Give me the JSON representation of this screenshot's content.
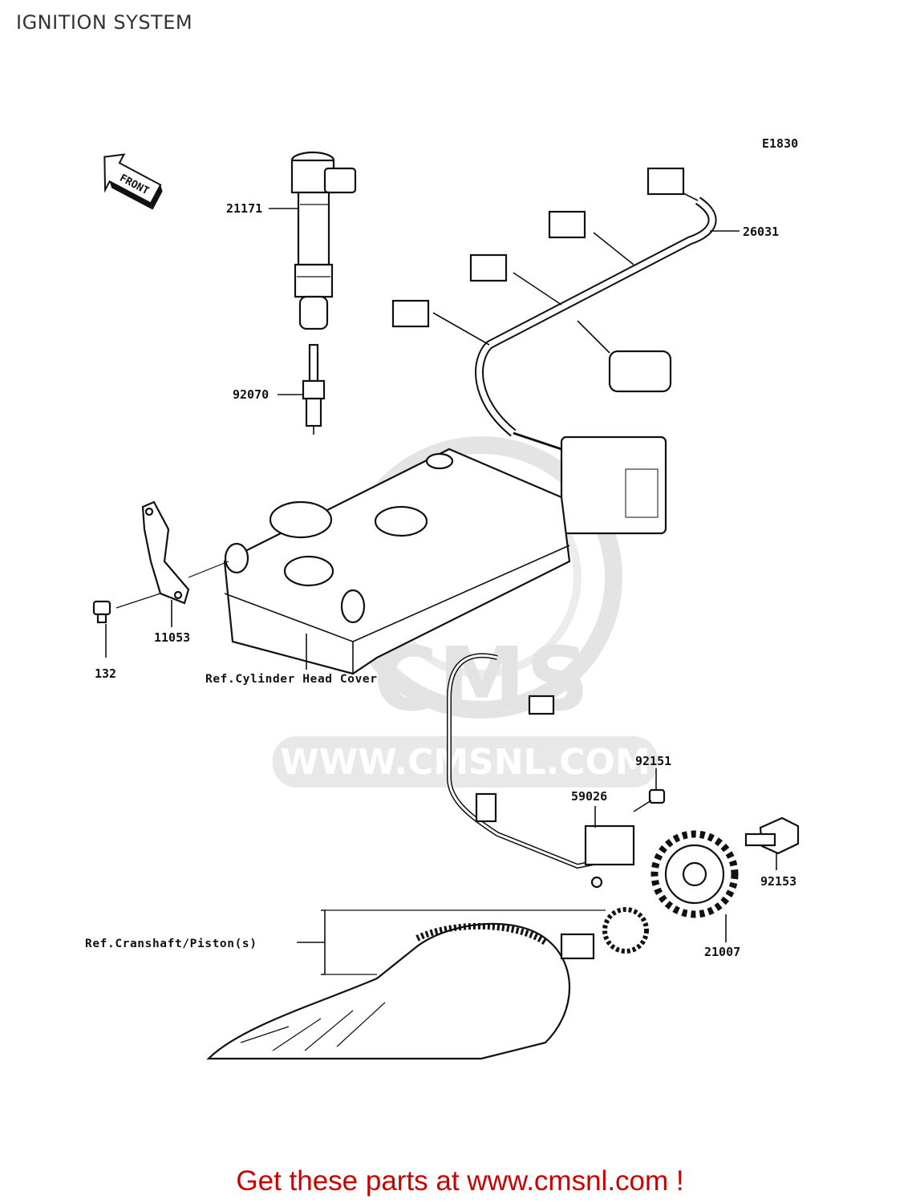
{
  "header": {
    "title": "IGNITION SYSTEM"
  },
  "diagram": {
    "code": "E1830",
    "front_label": "FRONT",
    "watermark": {
      "brand": "CMS",
      "url": "WWW.CMSNL.COM"
    },
    "callouts": [
      {
        "part": "21171"
      },
      {
        "part": "92070"
      },
      {
        "part": "26031"
      },
      {
        "part": "11053"
      },
      {
        "part": "132"
      },
      {
        "part": "92151"
      },
      {
        "part": "59026"
      },
      {
        "part": "92153"
      },
      {
        "part": "21007"
      }
    ],
    "references": {
      "cylinder_head": "Ref.Cylinder Head Cover",
      "crankshaft": "Ref.Cranshaft/Piston(s)"
    }
  },
  "footer": {
    "promo": "Get these parts at www.cmsnl.com !"
  },
  "colors": {
    "promo": "#cc0000",
    "watermark": "#e6e6e6",
    "ink": "#111111"
  }
}
